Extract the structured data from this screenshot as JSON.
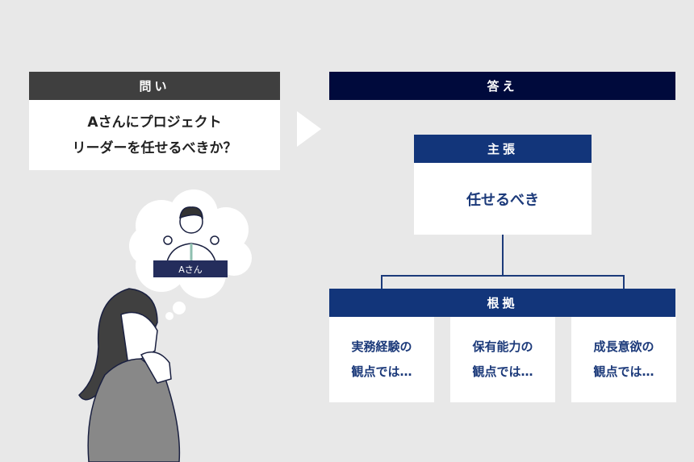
{
  "question": {
    "header": "問い",
    "lines": [
      "Aさんにプロジェクト",
      "リーダーを任せるべきか？"
    ]
  },
  "answer": {
    "header": "答え"
  },
  "claim": {
    "header": "主張",
    "text": "任せるべき"
  },
  "grounds": {
    "header": "根拠",
    "items": [
      {
        "line1": "実務経験の",
        "line2": "観点では…"
      },
      {
        "line1": "保有能力の",
        "line2": "観点では…"
      },
      {
        "line1": "成長意欲の",
        "line2": "観点では…"
      }
    ]
  },
  "illustration": {
    "name_tag": "Aさん"
  },
  "colors": {
    "background": "#e8e8e8",
    "question_header": "#3f3f3f",
    "answer_header": "#000a3c",
    "blue": "#12357a"
  }
}
